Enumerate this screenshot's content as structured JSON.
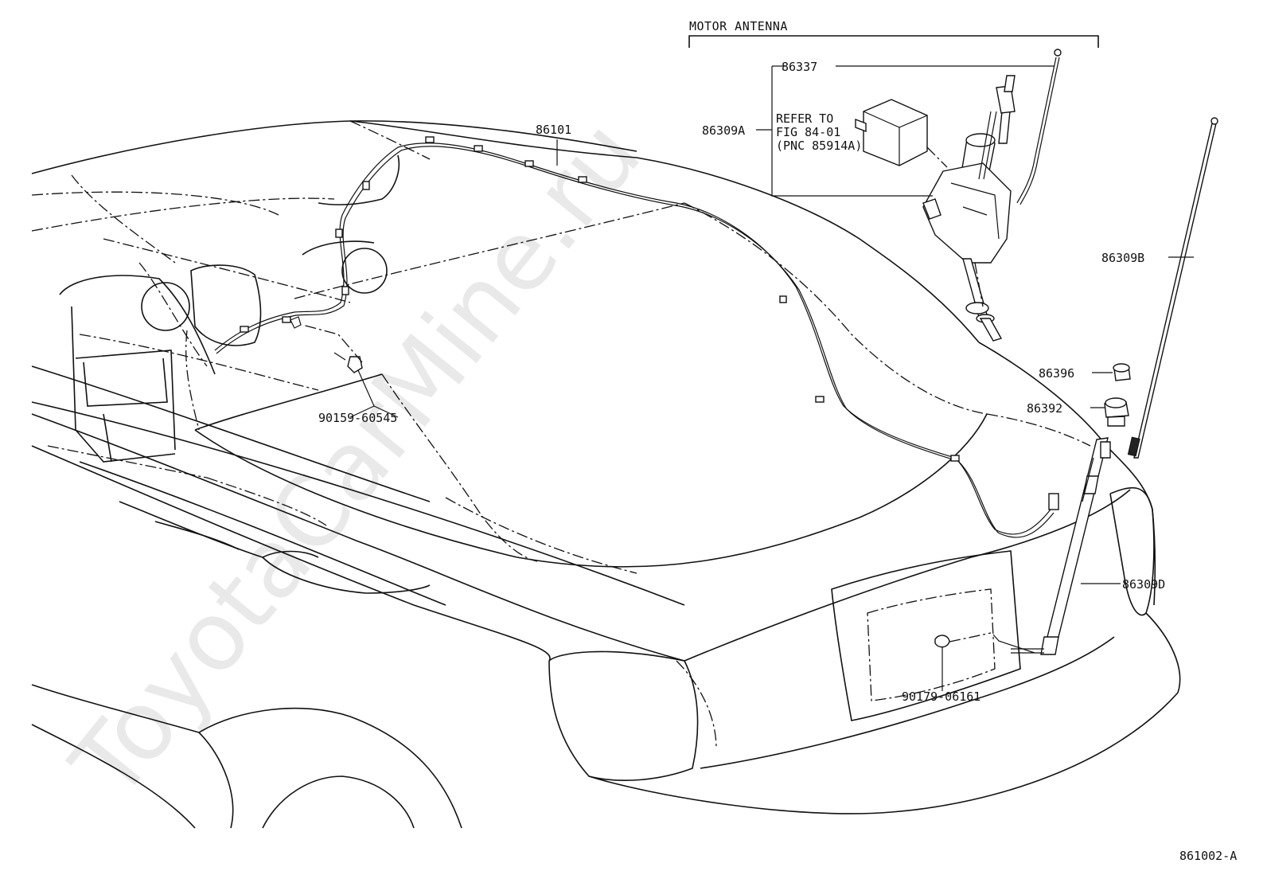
{
  "diagram": {
    "header": "MOTOR ANTENNA",
    "watermark": "ToyotaCarMine.ru",
    "figure_code": "861002-A",
    "refer_note": {
      "line1": "REFER TO",
      "line2": "FIG 84-01",
      "line3": "(PNC 85914A)"
    },
    "parts": [
      {
        "id": "86337"
      },
      {
        "id": "86309A"
      },
      {
        "id": "86101"
      },
      {
        "id": "86309B"
      },
      {
        "id": "86396"
      },
      {
        "id": "86392"
      },
      {
        "id": "86309D"
      },
      {
        "id": "90159-60545"
      },
      {
        "id": "90179-06161"
      }
    ]
  }
}
